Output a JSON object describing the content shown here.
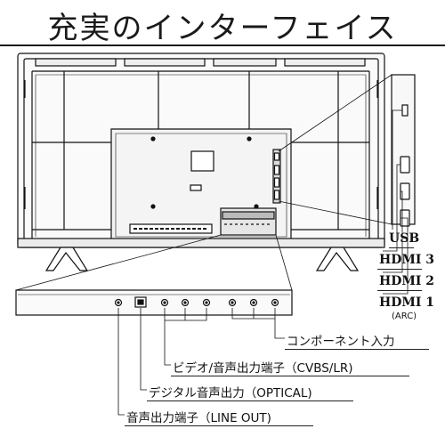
{
  "title": "充実のインターフェイス",
  "side_ports": {
    "usb": "USB",
    "hdmi3": "HDMI 3",
    "hdmi2": "HDMI 2",
    "hdmi1": "HDMI 1",
    "hdmi1_note": "(ARC)"
  },
  "bottom_ports": {
    "component": "コンポーネント入力",
    "video": "ビデオ/音声出力端子（CVBS/LR)",
    "optical": "デジタル音声出力（OPTICAL)",
    "line_out": "音声出力端子（LINE OUT)"
  }
}
